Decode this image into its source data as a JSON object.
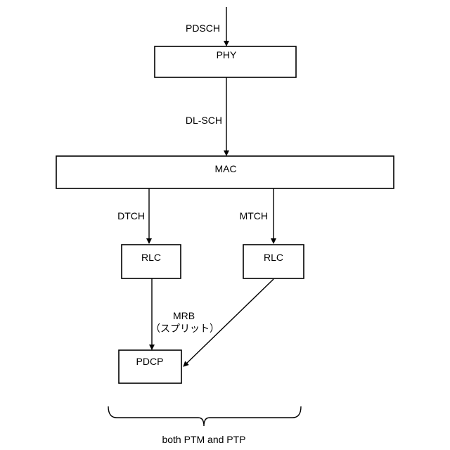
{
  "nodes": {
    "phy": "PHY",
    "mac": "MAC",
    "rlc_left": "RLC",
    "rlc_right": "RLC",
    "pdcp": "PDCP"
  },
  "edges": {
    "pdsch": "PDSCH",
    "dl_sch": "DL-SCH",
    "dtch": "DTCH",
    "mtch": "MTCH",
    "mrb": "MRB",
    "mrb_sub": "（スプリット）"
  },
  "caption": "both PTM and PTP"
}
